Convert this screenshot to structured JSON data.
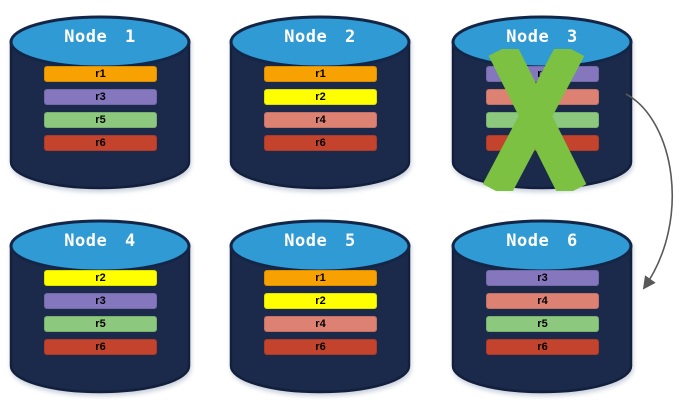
{
  "colors": {
    "cylinder_body": "#1B2A4B",
    "cylinder_outline": "#13203D",
    "top_ellipse": "#2F9AD3",
    "ellipse_outline": "#142647",
    "failure_x": "#7CC142",
    "arrow": "#595959",
    "bar_text": "#000000",
    "title_text": "#FFFFFF",
    "replica": {
      "r1_orange": "#F8A102",
      "r2_yellow": "#FFFF00",
      "r3_purple": "#8477BE",
      "r4_salmon": "#DD8172",
      "r5_green": "#8CC87D",
      "r6_red": "#C4432C"
    }
  },
  "nodes": [
    {
      "label": "Node 1",
      "failed": false,
      "bars": [
        {
          "label": "r1",
          "color": "#F8A102"
        },
        {
          "label": "r3",
          "color": "#8477BE"
        },
        {
          "label": "r5",
          "color": "#8CC87D"
        },
        {
          "label": "r6",
          "color": "#C4432C"
        }
      ]
    },
    {
      "label": "Node 2",
      "failed": false,
      "bars": [
        {
          "label": "r1",
          "color": "#F8A102"
        },
        {
          "label": "r2",
          "color": "#FFFF00"
        },
        {
          "label": "r4",
          "color": "#DD8172"
        },
        {
          "label": "r6",
          "color": "#C4432C"
        }
      ]
    },
    {
      "label": "Node 3",
      "failed": true,
      "bars": [
        {
          "label": "r3",
          "color": "#8477BE"
        },
        {
          "label": "",
          "color": "#DD8172"
        },
        {
          "label": "",
          "color": "#8CC87D"
        },
        {
          "label": "",
          "color": "#C4432C"
        }
      ]
    },
    {
      "label": "Node 4",
      "failed": false,
      "bars": [
        {
          "label": "r2",
          "color": "#FFFF00"
        },
        {
          "label": "r3",
          "color": "#8477BE"
        },
        {
          "label": "r5",
          "color": "#8CC87D"
        },
        {
          "label": "r6",
          "color": "#C4432C"
        }
      ]
    },
    {
      "label": "Node 5",
      "failed": false,
      "bars": [
        {
          "label": "r1",
          "color": "#F8A102"
        },
        {
          "label": "r2",
          "color": "#FFFF00"
        },
        {
          "label": "r4",
          "color": "#DD8172"
        },
        {
          "label": "r6",
          "color": "#C4432C"
        }
      ]
    },
    {
      "label": "Node 6",
      "failed": false,
      "bars": [
        {
          "label": "r3",
          "color": "#8477BE"
        },
        {
          "label": "r4",
          "color": "#DD8172"
        },
        {
          "label": "r5",
          "color": "#8CC87D"
        },
        {
          "label": "r6",
          "color": "#C4432C"
        }
      ]
    }
  ],
  "arrow": {
    "from": "Node 3",
    "to": "Node 6"
  }
}
